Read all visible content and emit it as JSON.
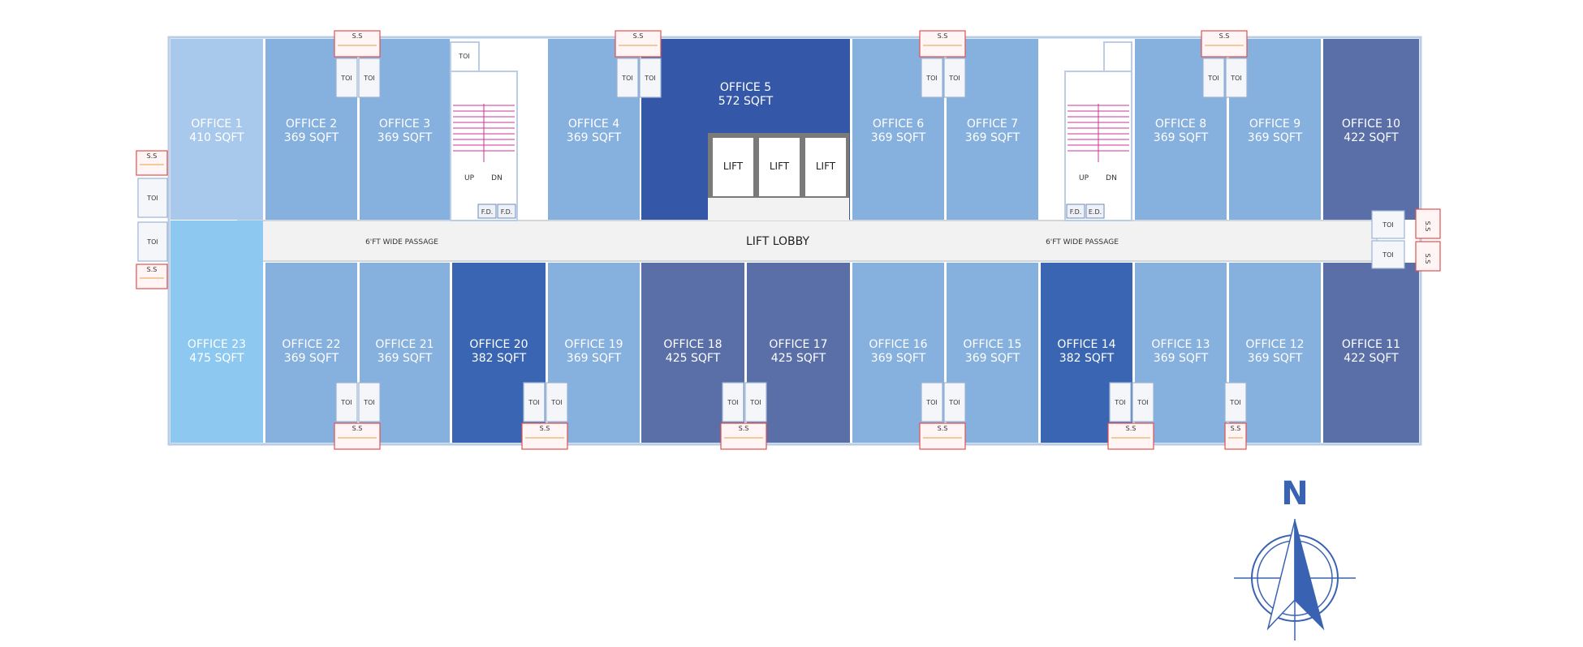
{
  "colors": {
    "c1": "#a9c9ec",
    "c2": "#86b0dd",
    "c3": "#3557a8",
    "c4": "#5a6ea8",
    "c5": "#3a65b2",
    "c6": "#8cc8ef",
    "corridor": "#f2f2f2",
    "outline": "#b9cde4",
    "accent": "#cc3399",
    "north": "#3a62b2"
  },
  "offices": [
    {
      "id": "office-1",
      "name": "OFFICE 1",
      "area": "410 SQFT",
      "color": "c1"
    },
    {
      "id": "office-2",
      "name": "OFFICE 2",
      "area": "369 SQFT",
      "color": "c2"
    },
    {
      "id": "office-3",
      "name": "OFFICE 3",
      "area": "369 SQFT",
      "color": "c2"
    },
    {
      "id": "office-4",
      "name": "OFFICE 4",
      "area": "369 SQFT",
      "color": "c2"
    },
    {
      "id": "office-5",
      "name": "OFFICE 5",
      "area": "572 SQFT",
      "color": "c3"
    },
    {
      "id": "office-6",
      "name": "OFFICE 6",
      "area": "369 SQFT",
      "color": "c2"
    },
    {
      "id": "office-7",
      "name": "OFFICE 7",
      "area": "369 SQFT",
      "color": "c2"
    },
    {
      "id": "office-8",
      "name": "OFFICE 8",
      "area": "369 SQFT",
      "color": "c2"
    },
    {
      "id": "office-9",
      "name": "OFFICE 9",
      "area": "369 SQFT",
      "color": "c2"
    },
    {
      "id": "office-10",
      "name": "OFFICE 10",
      "area": "422 SQFT",
      "color": "c4"
    },
    {
      "id": "office-11",
      "name": "OFFICE 11",
      "area": "422 SQFT",
      "color": "c4"
    },
    {
      "id": "office-12",
      "name": "OFFICE 12",
      "area": "369 SQFT",
      "color": "c2"
    },
    {
      "id": "office-13",
      "name": "OFFICE 13",
      "area": "369 SQFT",
      "color": "c2"
    },
    {
      "id": "office-14",
      "name": "OFFICE 14",
      "area": "382 SQFT",
      "color": "c5"
    },
    {
      "id": "office-15",
      "name": "OFFICE 15",
      "area": "369 SQFT",
      "color": "c2"
    },
    {
      "id": "office-16",
      "name": "OFFICE 16",
      "area": "369 SQFT",
      "color": "c2"
    },
    {
      "id": "office-17",
      "name": "OFFICE 17",
      "area": "425 SQFT",
      "color": "c4"
    },
    {
      "id": "office-18",
      "name": "OFFICE 18",
      "area": "425 SQFT",
      "color": "c4"
    },
    {
      "id": "office-19",
      "name": "OFFICE 19",
      "area": "369 SQFT",
      "color": "c2"
    },
    {
      "id": "office-20",
      "name": "OFFICE 20",
      "area": "382 SQFT",
      "color": "c5"
    },
    {
      "id": "office-21",
      "name": "OFFICE 21",
      "area": "369 SQFT",
      "color": "c2"
    },
    {
      "id": "office-22",
      "name": "OFFICE 22",
      "area": "369 SQFT",
      "color": "c2"
    },
    {
      "id": "office-23",
      "name": "OFFICE 23",
      "area": "475 SQFT",
      "color": "c6"
    }
  ],
  "labels": {
    "toilet": "TOI",
    "shaft": "S.S",
    "lift": "LIFT",
    "lift_lobby": "LIFT LOBBY",
    "passage": "6'FT WIDE PASSAGE",
    "stair_up": "UP",
    "stair_down": "DN",
    "fire_duct": "F.D.",
    "fire_duct_alt": "E.D.",
    "north": "N"
  }
}
